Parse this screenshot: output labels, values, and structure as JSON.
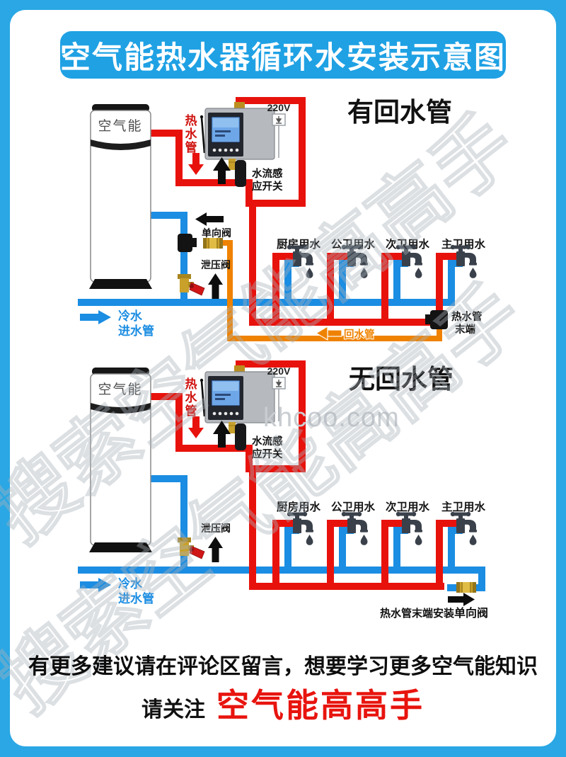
{
  "title": "空气能热水器循环水安装示意图",
  "sections": {
    "with_return": {
      "heading": "有回水管"
    },
    "without_return": {
      "heading": "无回水管"
    }
  },
  "labels": {
    "tank": "空气能",
    "voltage": "220V",
    "hot_pipe_chars": [
      "热",
      "水",
      "管"
    ],
    "flow_switch_lines": [
      "水流感",
      "应开关"
    ],
    "check_valve": "单向阀",
    "relief_valve": "泄压阀",
    "cold_inlet_lines": [
      "冷水",
      "进水管"
    ],
    "taps": [
      "厨房用水",
      "公卫用水",
      "次卫用水",
      "主卫用水"
    ],
    "return_pipe": "回水管",
    "hot_end_lines": [
      "热水管",
      "末端"
    ],
    "hot_end_note_prefix": "热水管末端安装",
    "hot_end_note_bold": "单向阀"
  },
  "watermarks": {
    "diagonal": "搜索空气能高高手",
    "site": "khcoo.com"
  },
  "footer": {
    "line1": "有更多建议请在评论区留言，想要学习更多空气能知识",
    "follow_prefix": "请关注",
    "brand": "空气能高高手"
  },
  "colors": {
    "hot": "#e8120c",
    "cold": "#1b8de2",
    "return": "#ef8200",
    "theme_blue": "#2aa7e4"
  }
}
